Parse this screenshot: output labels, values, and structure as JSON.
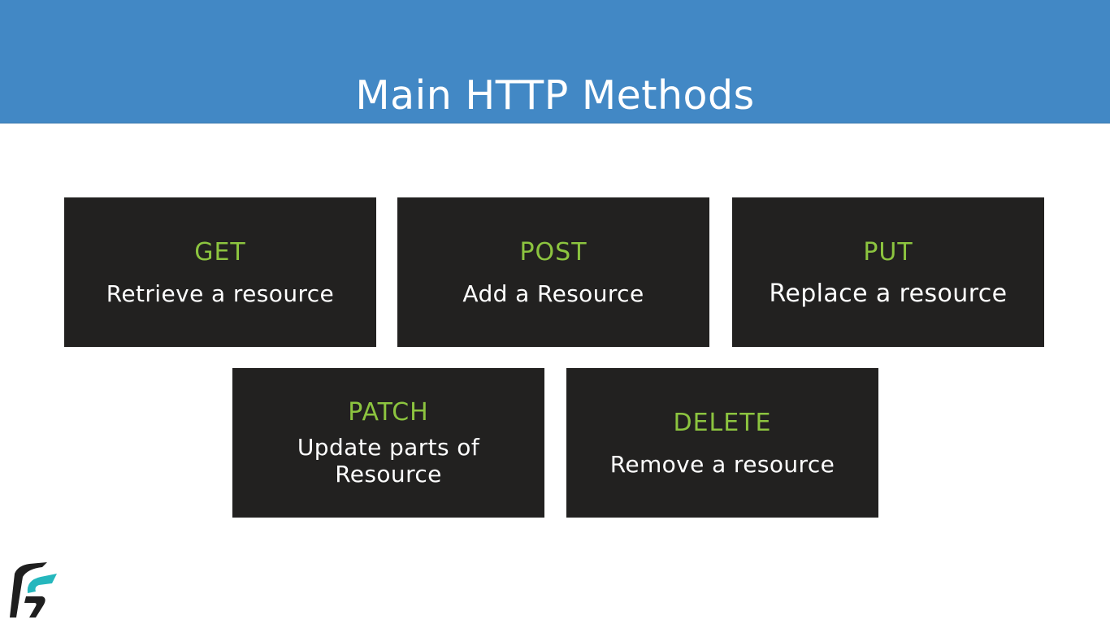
{
  "slide": {
    "title": "Main HTTP Methods",
    "colors": {
      "header": "#4288c5",
      "card": "#222120",
      "method_text": "#8cc43f",
      "desc_text": "#ffffff"
    },
    "methods": [
      {
        "name": "GET",
        "description": "Retrieve a resource"
      },
      {
        "name": "POST",
        "description": "Add a Resource"
      },
      {
        "name": "PUT",
        "description": "Replace a resource"
      },
      {
        "name": "PATCH",
        "description": "Update parts of Resource"
      },
      {
        "name": "DELETE",
        "description": "Remove a resource"
      }
    ],
    "logo_icon": "stylized-s-logo-icon"
  }
}
